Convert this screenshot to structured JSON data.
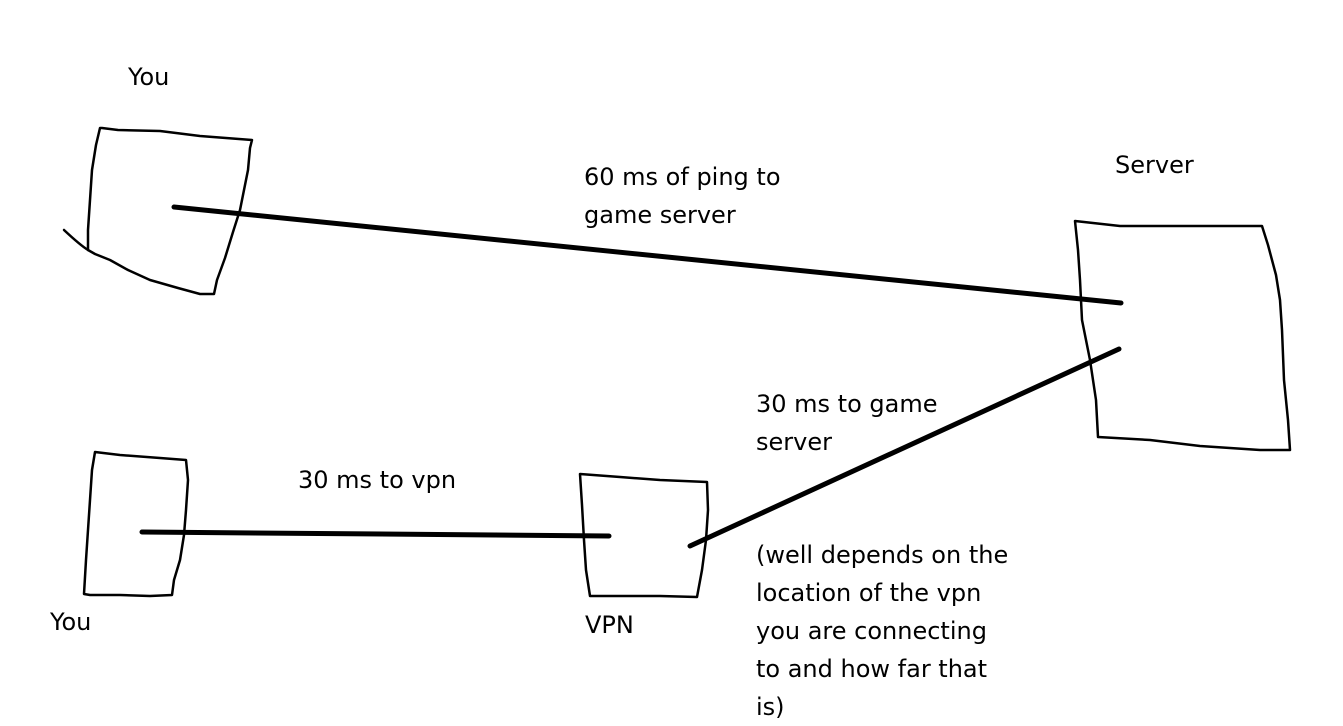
{
  "diagram": {
    "top": {
      "you_label": "You",
      "server_label": "Server",
      "link_label_lines": [
        "60 ms of ping to",
        "game server"
      ]
    },
    "bottom": {
      "you_label": "You",
      "vpn_label": "VPN",
      "you_vpn_label": "30 ms to vpn",
      "vpn_server_label_lines": [
        "30 ms to game",
        "server"
      ],
      "note_lines": [
        "(well depends on the",
        "location of the vpn",
        "you are connecting",
        "to and how far that",
        "is)"
      ]
    }
  },
  "colors": {
    "background": "#ffffff",
    "ink": "#000000"
  }
}
